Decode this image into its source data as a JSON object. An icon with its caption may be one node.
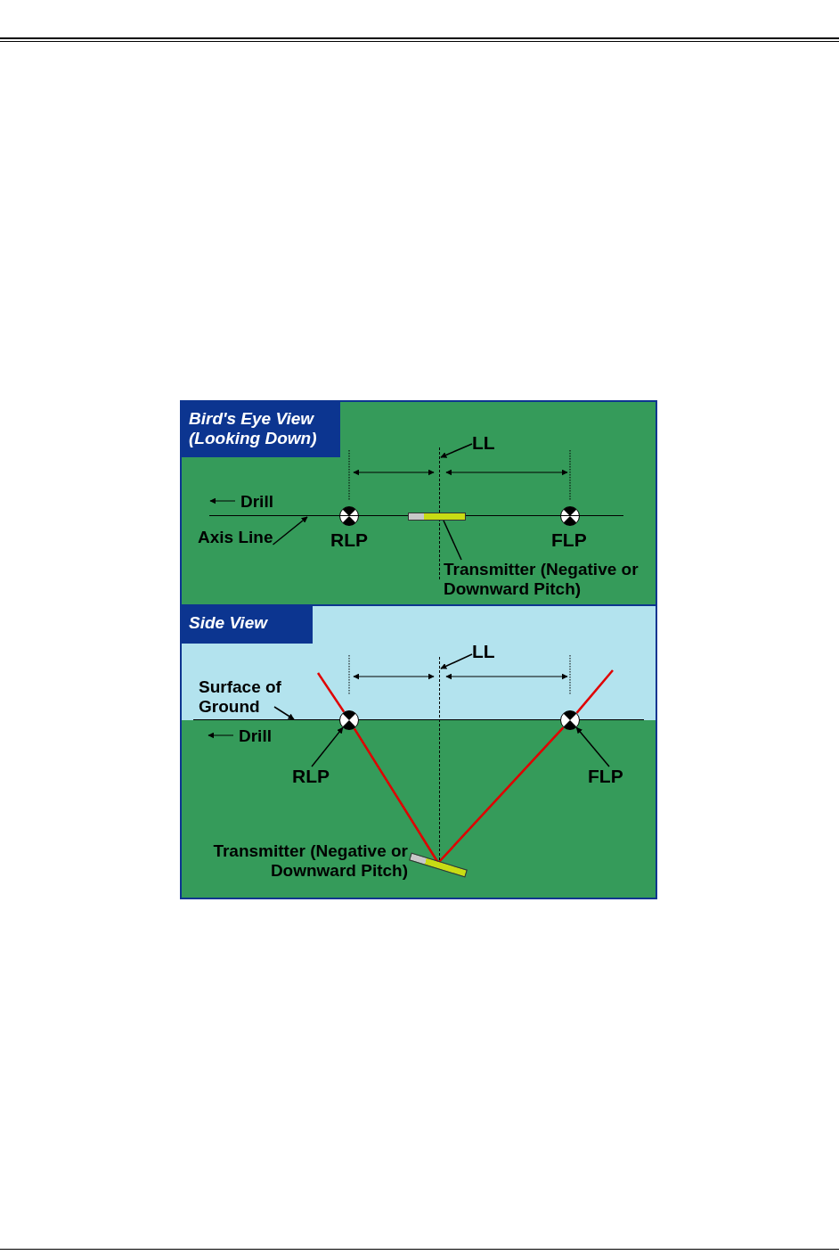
{
  "diagram": {
    "nodes": [
      {
        "text": [
          "Bird's Eye View (Looking Down)"
        ]
      },
      {
        "text": [
          "LL"
        ],
        "in": 0
      },
      {
        "text": [],
        "shape": "line",
        "in": 0
      },
      {
        "text": [
          "Axis Line"
        ],
        "in": 0
      },
      {
        "text": [],
        "shape": "line",
        "in": 0
      },
      {
        "text": [],
        "shape": "bar",
        "in": 0
      },
      {
        "text": [
          "Transmitter (Negative or Downward Pitch)"
        ],
        "in": 0
      },
      {
        "text": [
          "Side View"
        ]
      },
      {
        "text": [
          "LL"
        ],
        "in": 7
      },
      {
        "text": [],
        "shape": "line",
        "in": 7
      },
      {
        "text": [
          "Surface of Ground"
        ],
        "in": 7
      },
      {
        "text": [],
        "shape": "line",
        "in": 7
      },
      {
        "text": [],
        "shape": "circle",
        "in": 7
      },
      {
        "text": [],
        "shape": "circle",
        "in": 7
      },
      {
        "text": [
          "RLP"
        ],
        "in": 7
      },
      {
        "text": [
          "FLP"
        ],
        "in": 7
      },
      {
        "text": [],
        "shape": "bar",
        "in": 7,
        "beside": [
          "Transmitter (Negative or Downward Pitch)"
        ]
      }
    ],
    "edges": [
      {
        "from": 1,
        "to": 2,
        "arrow": "to"
      },
      {
        "from": 3,
        "to": 4,
        "arrow": "to"
      },
      {
        "from": 6,
        "to": 5,
        "arrow": "none"
      },
      {
        "from": 8,
        "to": 9,
        "arrow": "to"
      },
      {
        "from": 10,
        "to": 11,
        "arrow": "to"
      },
      {
        "from": 14,
        "to": 12,
        "arrow": "to"
      },
      {
        "from": 15,
        "to": 13,
        "arrow": "to"
      },
      {
        "from": 16,
        "to": 12,
        "arrow": "none",
        "color": "#e00000"
      },
      {
        "from": 16,
        "to": 13,
        "arrow": "none",
        "color": "#e00000"
      }
    ],
    "labels": [
      "Drill",
      "RLP",
      "FLP",
      "Drill"
    ]
  }
}
